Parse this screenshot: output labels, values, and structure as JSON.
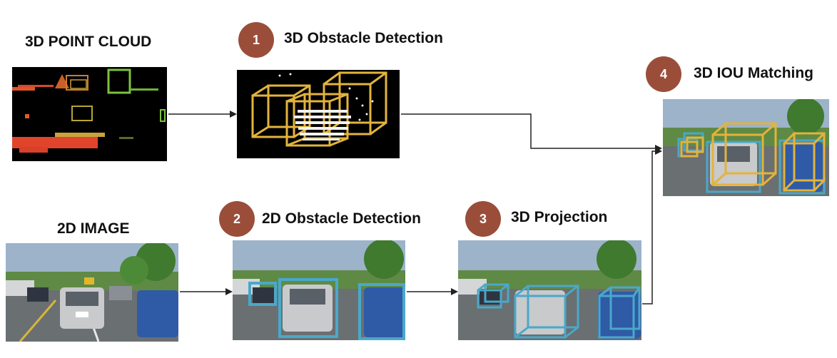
{
  "colors": {
    "badge": "#9a4e3a",
    "wire_box": "#e3b33c",
    "box_2d": "#4aa8c9",
    "connector": "#222222"
  },
  "inputs": {
    "point_cloud_label": "3D POINT CLOUD",
    "image_label": "2D IMAGE"
  },
  "steps": [
    {
      "number": "1",
      "title": "3D Obstacle Detection"
    },
    {
      "number": "2",
      "title": "2D Obstacle Detection"
    },
    {
      "number": "3",
      "title": "3D Projection"
    },
    {
      "number": "4",
      "title": "3D IOU Matching"
    }
  ]
}
